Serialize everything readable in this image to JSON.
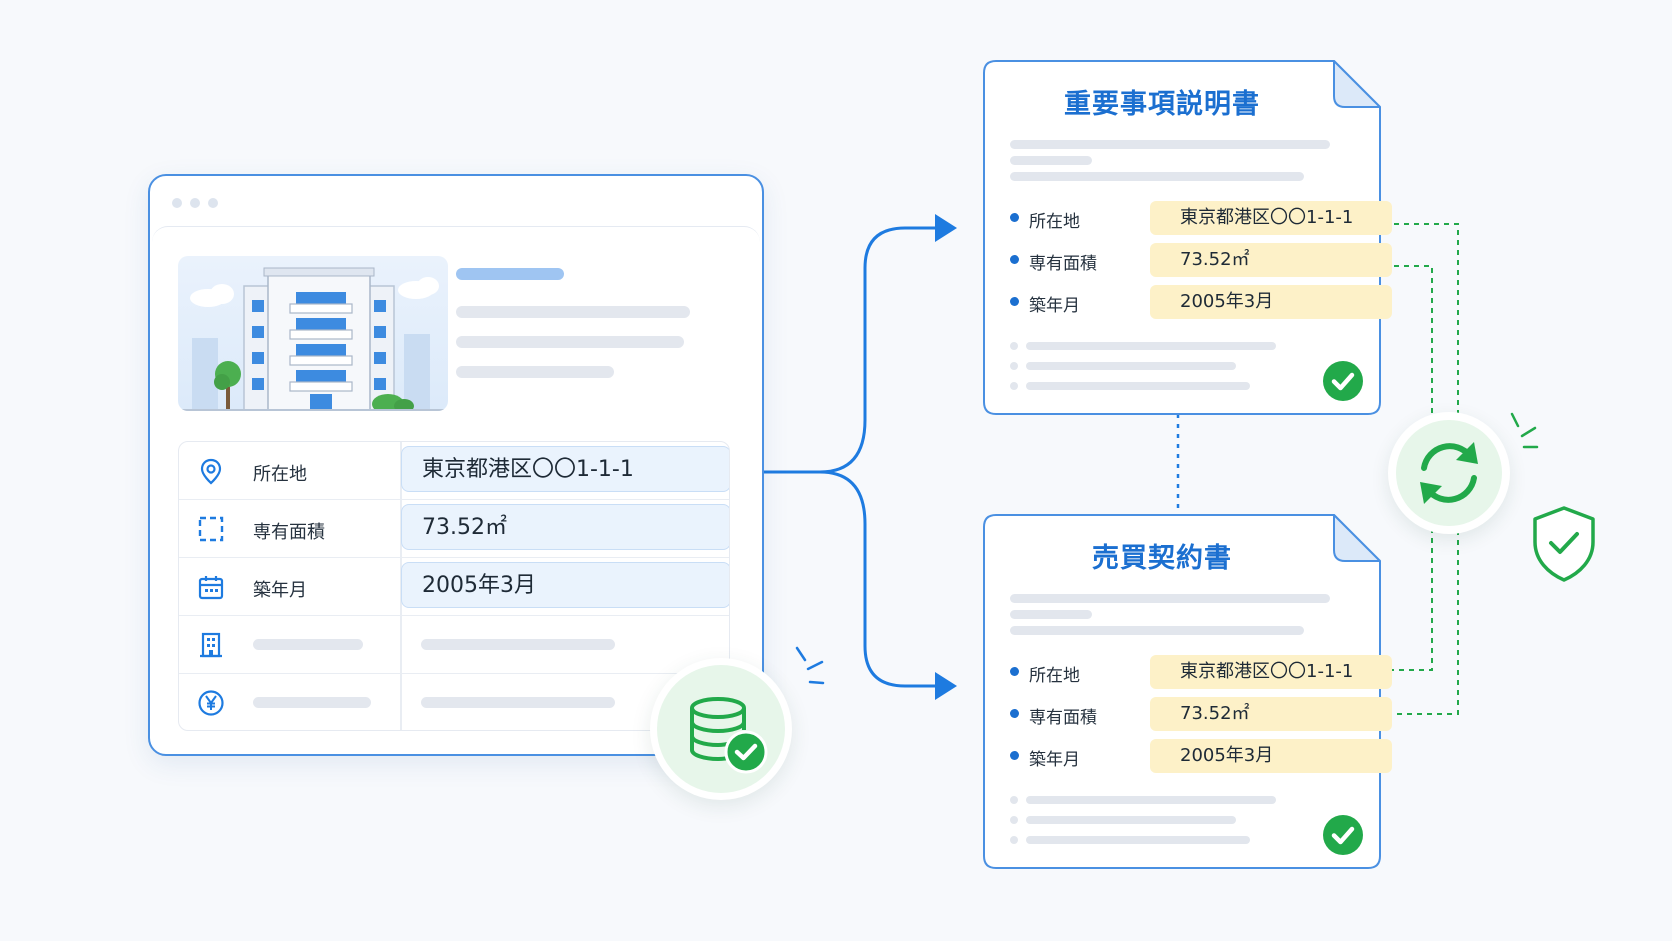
{
  "colors": {
    "accent_blue": "#1b6fd0",
    "connector_blue": "#1e7be0",
    "success_green": "#22a94a",
    "highlight_yellow": "#fdf1c8",
    "field_blue": "#eaf3fd"
  },
  "source_panel": {
    "fields": [
      {
        "icon": "location-pin-icon",
        "label": "所在地",
        "value": "東京都港区〇〇1-1-1"
      },
      {
        "icon": "area-dashed-square-icon",
        "label": "専有面積",
        "value": "73.52㎡"
      },
      {
        "icon": "calendar-icon",
        "label": "築年月",
        "value": "2005年3月"
      },
      {
        "icon": "building-icon",
        "label": "",
        "value": ""
      },
      {
        "icon": "yen-icon",
        "label": "",
        "value": ""
      }
    ],
    "badge_icon": "database-check-icon"
  },
  "documents": [
    {
      "title": "重要事項説明書",
      "fields": [
        {
          "label": "所在地",
          "value": "東京都港区〇〇1-1-1"
        },
        {
          "label": "専有面積",
          "value": "73.52㎡"
        },
        {
          "label": "築年月",
          "value": "2005年3月"
        }
      ],
      "status_icon": "check-circle-icon"
    },
    {
      "title": "売買契約書",
      "fields": [
        {
          "label": "所在地",
          "value": "東京都港区〇〇1-1-1"
        },
        {
          "label": "専有面積",
          "value": "73.52㎡"
        },
        {
          "label": "築年月",
          "value": "2005年3月"
        }
      ],
      "status_icon": "check-circle-icon"
    }
  ],
  "sync_icon": "sync-arrows-icon",
  "shield_icon": "shield-check-icon"
}
